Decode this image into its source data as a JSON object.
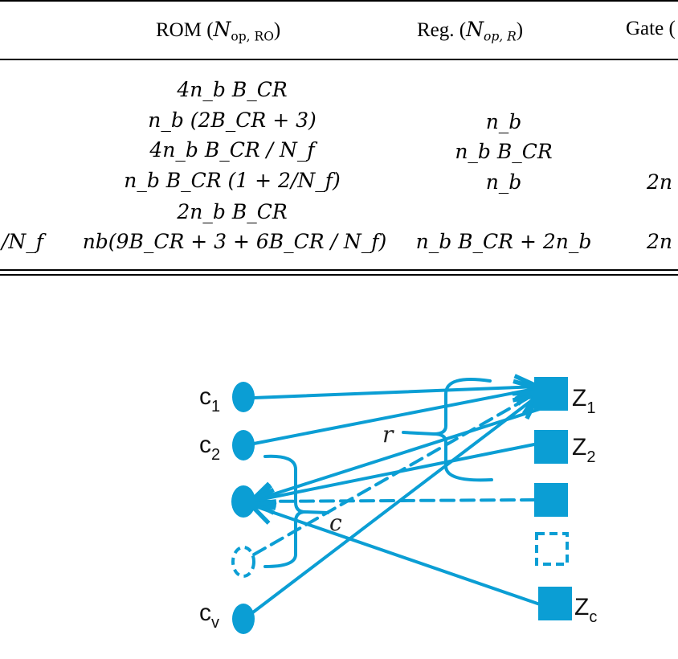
{
  "table": {
    "header": {
      "rom": {
        "text": "ROM (",
        "sym": "N",
        "sub": "op, RO",
        "close": ")"
      },
      "reg": {
        "text": "Reg. (",
        "sym": "N",
        "sub": "op, R",
        "close": ")"
      },
      "gate": {
        "text": "Gate ("
      }
    },
    "rows": [
      {
        "rom": "4n_b B_CR",
        "reg": "",
        "gate": ""
      },
      {
        "rom": "n_b (2B_CR + 3)",
        "reg": "n_b",
        "gate": ""
      },
      {
        "rom": "4n_b B_CR / N_f",
        "reg": "n_b B_CR",
        "gate": ""
      },
      {
        "rom": "n_b B_CR (1 + 2/N_f)",
        "reg": "n_b",
        "gate": "2n"
      },
      {
        "rom": "2n_b B_CR",
        "reg": "",
        "gate": ""
      },
      {
        "col0": "/N_f",
        "rom": "nb(9B_CR + 3 + 6B_CR / N_f)",
        "reg": "n_b B_CR + 2n_b",
        "gate": "2n"
      }
    ]
  },
  "diagram": {
    "color": "#0b9ed4",
    "left_nodes": [
      {
        "label": "c",
        "sub": "1"
      },
      {
        "label": "c",
        "sub": "2"
      },
      {
        "label": "",
        "sub": ""
      },
      {
        "label": "",
        "sub": ""
      },
      {
        "label": "c",
        "sub": "v"
      }
    ],
    "right_nodes": [
      {
        "label": "Z",
        "sub": "1"
      },
      {
        "label": "Z",
        "sub": "2"
      },
      {
        "label": "",
        "sub": ""
      },
      {
        "label": "",
        "sub": ""
      },
      {
        "label": "Z",
        "sub": "c"
      }
    ],
    "brace_labels": {
      "r": "r",
      "c": "c"
    }
  }
}
